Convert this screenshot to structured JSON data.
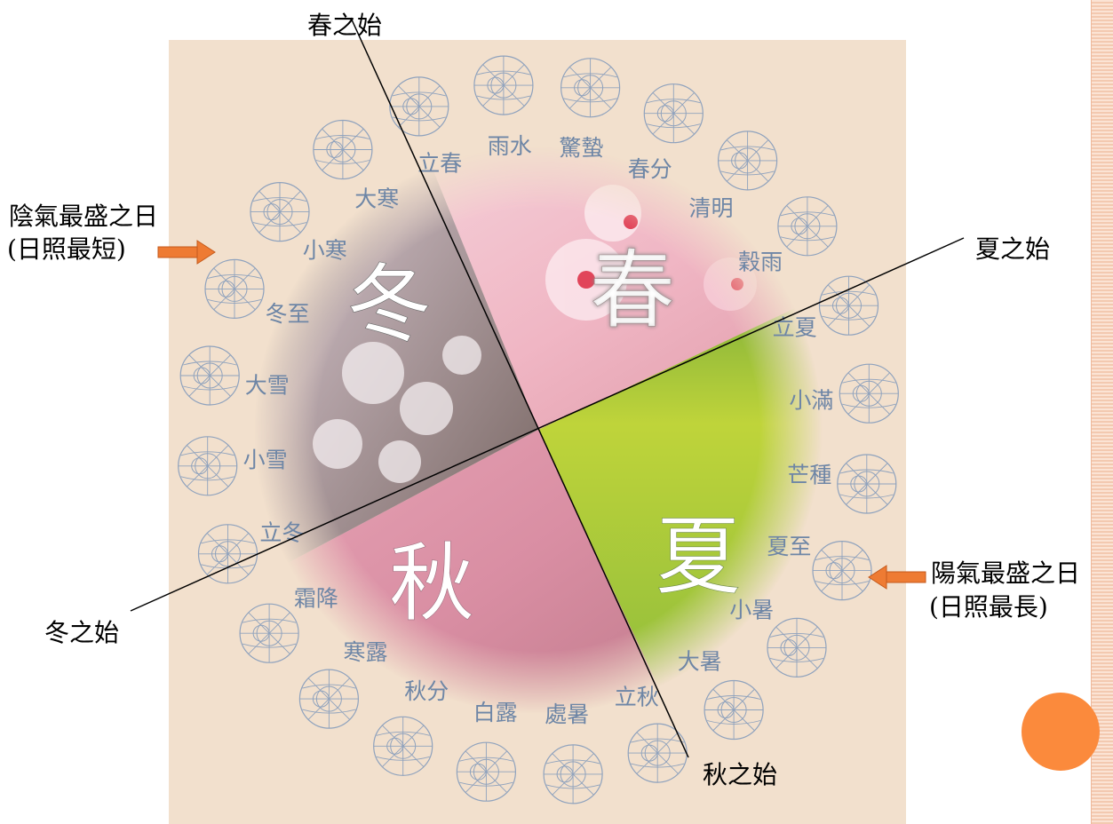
{
  "boundaries": {
    "spring_start": "春之始",
    "summer_start": "夏之始",
    "autumn_start": "秋之始",
    "winter_start": "冬之始"
  },
  "seasons": {
    "spring": "春",
    "summer": "夏",
    "autumn": "秋",
    "winter": "冬"
  },
  "solar_terms": [
    "立春",
    "雨水",
    "驚蟄",
    "春分",
    "清明",
    "穀雨",
    "立夏",
    "小滿",
    "芒種",
    "夏至",
    "小暑",
    "大暑",
    "立秋",
    "處暑",
    "白露",
    "秋分",
    "寒露",
    "霜降",
    "立冬",
    "小雪",
    "大雪",
    "冬至",
    "小寒",
    "大寒"
  ],
  "winter_solstice_note": {
    "line1": "陰氣最盛之日",
    "line2": "(日照最短)"
  },
  "summer_solstice_note": {
    "line1": "陽氣最盛之日",
    "line2": "(日照最長)"
  },
  "colors": {
    "panel_background": "#f2e0cd",
    "arrow": "#ee7b33",
    "accent_dot": "#fb8a3c",
    "term_label": "#6e86a6"
  }
}
